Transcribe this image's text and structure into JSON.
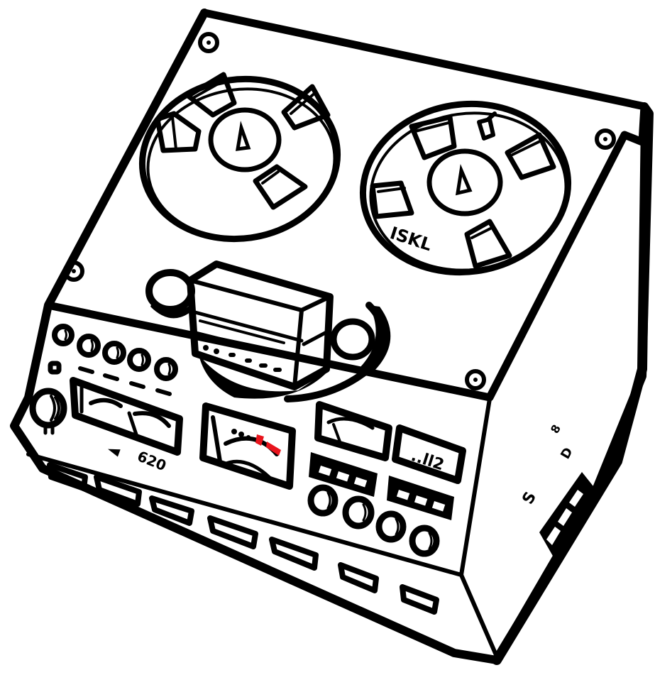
{
  "illustration": {
    "subject": "Reel-to-reel tape recorder (hand-drawn ink sketch)",
    "colors": {
      "ink": "#000000",
      "paper": "#ffffff",
      "accent_red": "#e8141c"
    },
    "left_reel": {
      "label": ""
    },
    "right_reel": {
      "label": "ISKL"
    },
    "vu_meter_panel": {
      "model_label": "620",
      "arrow_glyph": "◄"
    },
    "center_meter": {
      "red_segment": true
    },
    "digital_display": {
      "text": "..ll2"
    },
    "side_panel": {
      "markings": [
        "8",
        "D",
        "S"
      ]
    },
    "front_keys": {
      "count": 7
    },
    "knobs": {
      "top_row_count": 5,
      "bottom_row_count": 4
    }
  }
}
